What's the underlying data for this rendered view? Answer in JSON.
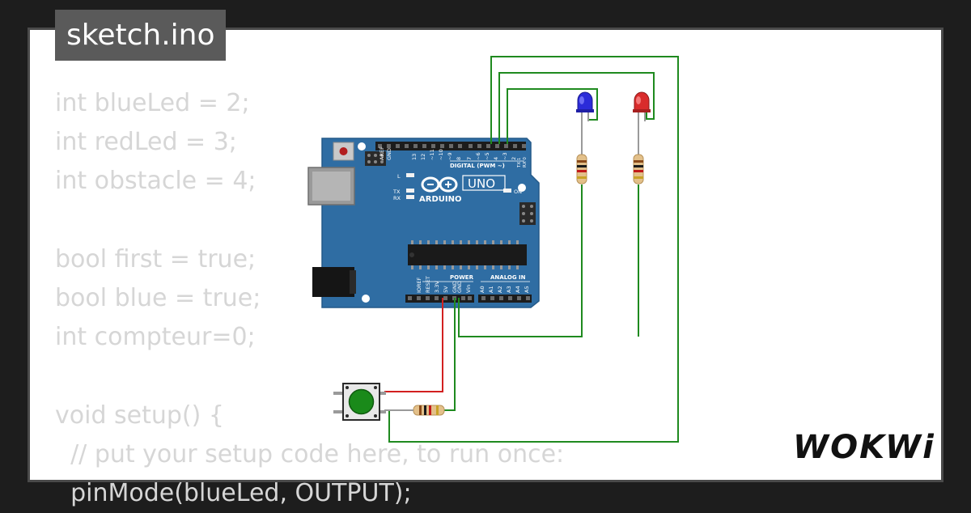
{
  "tab": {
    "title": "sketch.ino"
  },
  "code_lines": [
    "int blueLed = 2;",
    "int redLed = 3;",
    "int obstacle = 4;",
    "",
    "bool first = true;",
    "bool blue = true;",
    "int compteur=0;",
    "",
    "void setup() {",
    "  // put your setup code here, to run once:",
    "  pinMode(blueLed, OUTPUT);"
  ],
  "board": {
    "brand": "ARDUINO",
    "model": "UNO",
    "digital_label": "DIGITAL (PWM ~)",
    "power_label": "POWER",
    "analog_label": "ANALOG IN",
    "on_label": "ON",
    "l_label": "L",
    "tx_label": "TX",
    "rx_label": "RX",
    "top_pins": [
      "AREF",
      "GND",
      "13",
      "12",
      "~11",
      "~10",
      "~9",
      "8",
      "7",
      "~6",
      "~5",
      "4",
      "~3",
      "2",
      "TX 1",
      "RX 0"
    ],
    "power_pins": [
      "IOREF",
      "RESET",
      "3.3V",
      "5V",
      "GND",
      "GND",
      "Vin"
    ],
    "analog_pins": [
      "A0",
      "A1",
      "A2",
      "A3",
      "A4",
      "A5"
    ]
  },
  "logo": {
    "text": "WOKWi"
  },
  "colors": {
    "background": "#1d1d1d",
    "card": "#ffffff",
    "tab": "#5a5a5a",
    "code_text": "#d6d6d6",
    "board": "#2f6da3",
    "wire_green": "#1f8a1f",
    "wire_red": "#d22020",
    "led_blue": "#2b2bd9",
    "led_red": "#d92b2b",
    "button_cap": "#1a8a1a"
  },
  "icons": [
    "usb-port-icon",
    "power-jack-icon",
    "reset-button-icon",
    "arduino-infinity-logo-icon",
    "blue-led-icon",
    "red-led-icon",
    "resistor-icon",
    "pushbutton-icon",
    "wokwi-logo-icon"
  ]
}
